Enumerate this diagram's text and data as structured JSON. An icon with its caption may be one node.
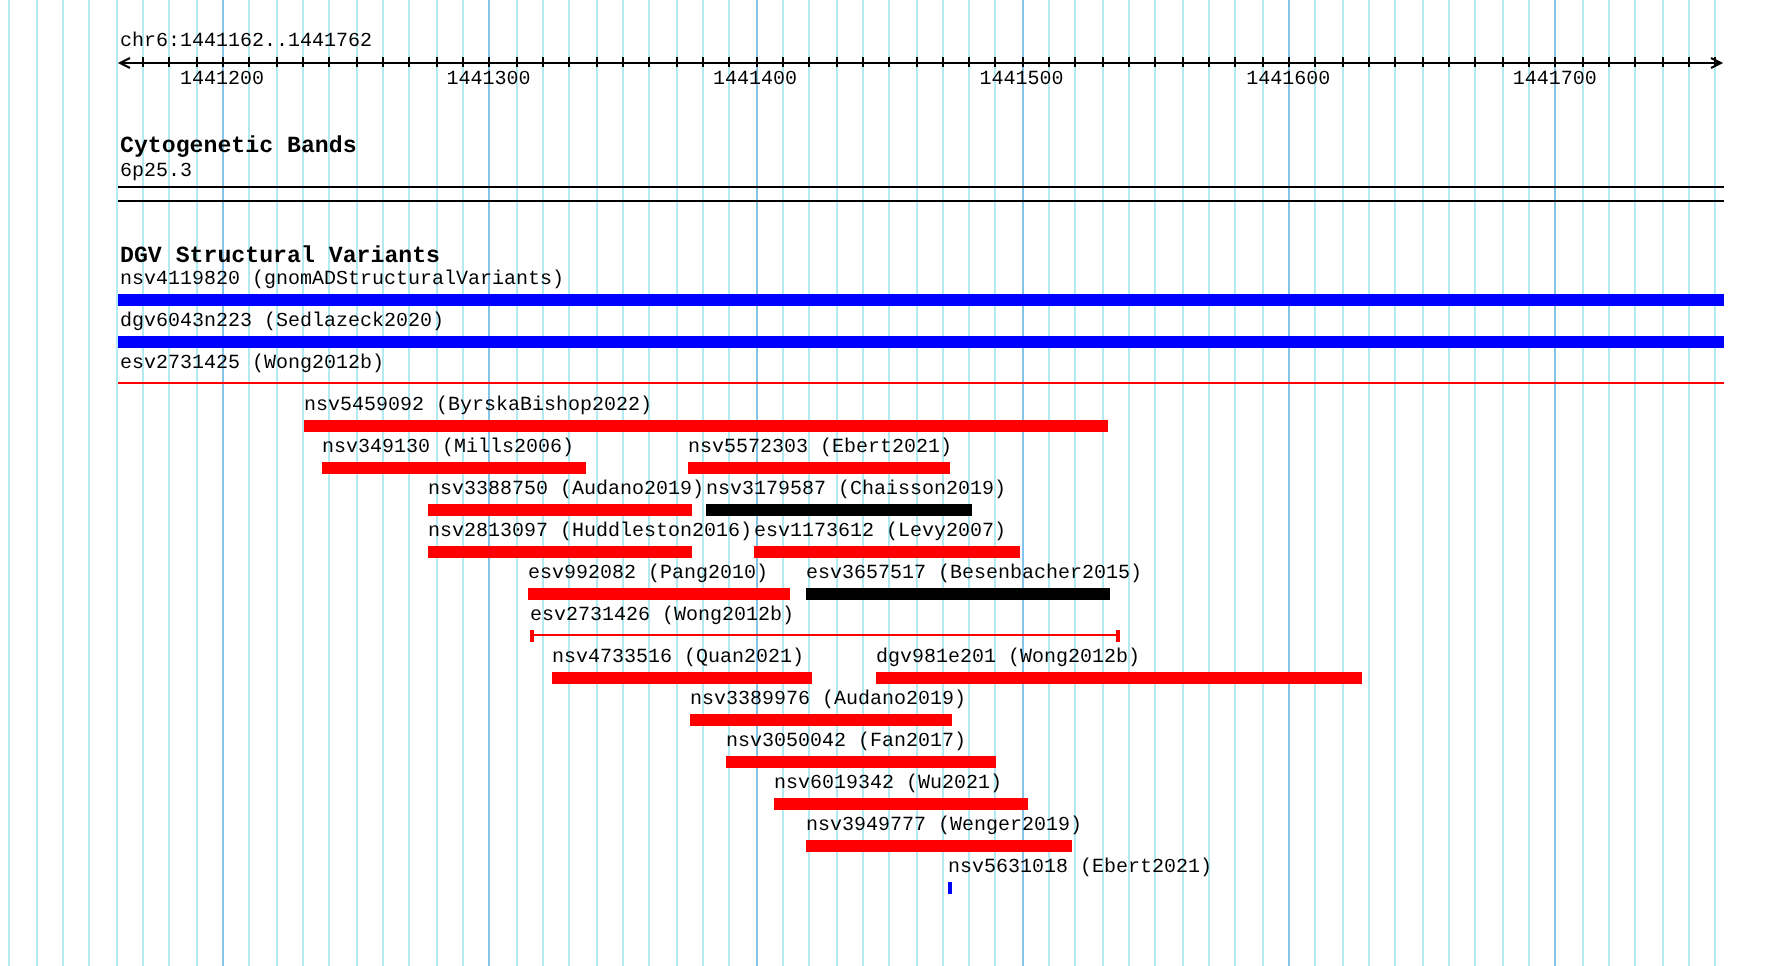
{
  "diagram": {
    "title": "chr6:1441162..1441762",
    "nodes": [
      {
        "text": [
          "6p25.3"
        ]
      },
      {
        "text": [
          "nsv4119820 (gnomADStructuralVariants)"
        ]
      },
      {
        "text": [
          "dgv6043n223 (Sedlazeck2020)"
        ]
      },
      {
        "text": [
          "esv2731425 (Wong2012b)"
        ]
      },
      {
        "text": [
          "nsv5459092 (ByrskaBishop2022)"
        ]
      },
      {
        "text": [
          "nsv349130 (Mills2006)"
        ]
      },
      {
        "text": [
          "nsv5572303 (Ebert2021)"
        ]
      },
      {
        "text": [
          "nsv3388750 (Audano2019)"
        ]
      },
      {
        "text": [
          "nsv3179587 (Chaisson2019)"
        ]
      },
      {
        "text": [
          "nsv2813097 (Huddleston2016)"
        ]
      },
      {
        "text": [
          "esv1173612 (Levy2007)"
        ]
      },
      {
        "text": [
          "esv992082 (Pang2010)"
        ]
      },
      {
        "text": [
          "esv3657517 (Besenbacher2015)"
        ]
      },
      {
        "text": [
          "esv2731426 (Wong2012b)"
        ]
      },
      {
        "text": [
          "nsv4733516 (Quan2021)"
        ]
      },
      {
        "text": [
          "dgv981e201 (Wong2012b)"
        ]
      },
      {
        "text": [
          "nsv3389976 (Audano2019)"
        ]
      },
      {
        "text": [
          "nsv3050042 (Fan2017)"
        ]
      },
      {
        "text": [
          "nsv6019342 (Wu2021)"
        ]
      },
      {
        "text": [
          "nsv3949777 (Wenger2019)"
        ]
      },
      {
        "text": [
          "nsv5631018 (Ebert2021)"
        ]
      }
    ],
    "labels": [
      "1441200",
      "1441300",
      "1441400",
      "1441500",
      "1441600",
      "1441700",
      "Cytogenetic Bands",
      "DGV Structural Variants"
    ]
  }
}
